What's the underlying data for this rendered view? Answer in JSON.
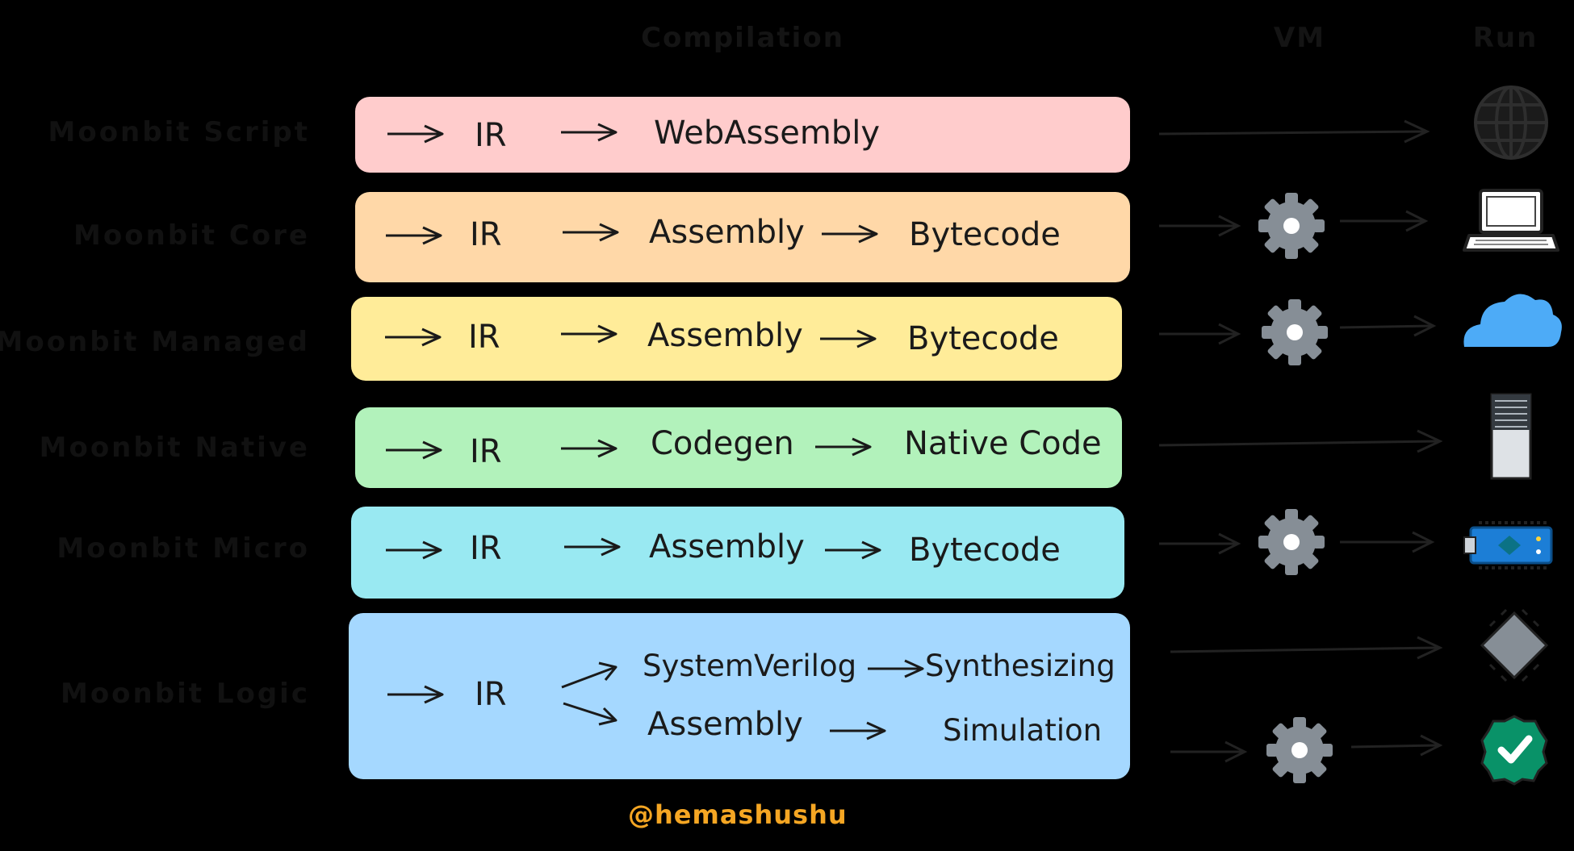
{
  "header": {
    "compilation": "Compilation",
    "vm": "VM",
    "run": "Run"
  },
  "rows": [
    {
      "label": "Moonbit Script",
      "color": "#ffcccc",
      "steps": [
        "IR",
        "WebAssembly"
      ],
      "vm": false,
      "target_icon": "globe-icon"
    },
    {
      "label": "Moonbit Core",
      "color": "#ffd8a8",
      "steps": [
        "IR",
        "Assembly",
        "Bytecode"
      ],
      "vm": true,
      "target_icon": "laptop-icon"
    },
    {
      "label": "Moonbit Managed",
      "color": "#ffec99",
      "steps": [
        "IR",
        "Assembly",
        "Bytecode"
      ],
      "vm": true,
      "target_icon": "cloud-icon"
    },
    {
      "label": "Moonbit Native",
      "color": "#b2f2bb",
      "steps": [
        "IR",
        "Codegen",
        "Native Code"
      ],
      "vm": false,
      "target_icon": "server-icon"
    },
    {
      "label": "Moonbit Micro",
      "color": "#99e9f2",
      "steps": [
        "IR",
        "Assembly",
        "Bytecode"
      ],
      "vm": true,
      "target_icon": "microcontroller-icon"
    },
    {
      "label": "Moonbit Logic",
      "color": "#a5d8ff",
      "steps": [
        "IR",
        "SystemVerilog",
        "Synthesizing",
        "Assembly",
        "Simulation"
      ],
      "vm": true,
      "target_icon": "chip-icon",
      "target_icon_2": "check-badge-icon"
    }
  ],
  "watermark": "@hemashushu",
  "colors": {
    "gear": "#868e96",
    "cloud": "#4dabf7",
    "board": "#1c7ed6",
    "check": "#099268",
    "watermark": "#f5a623"
  }
}
